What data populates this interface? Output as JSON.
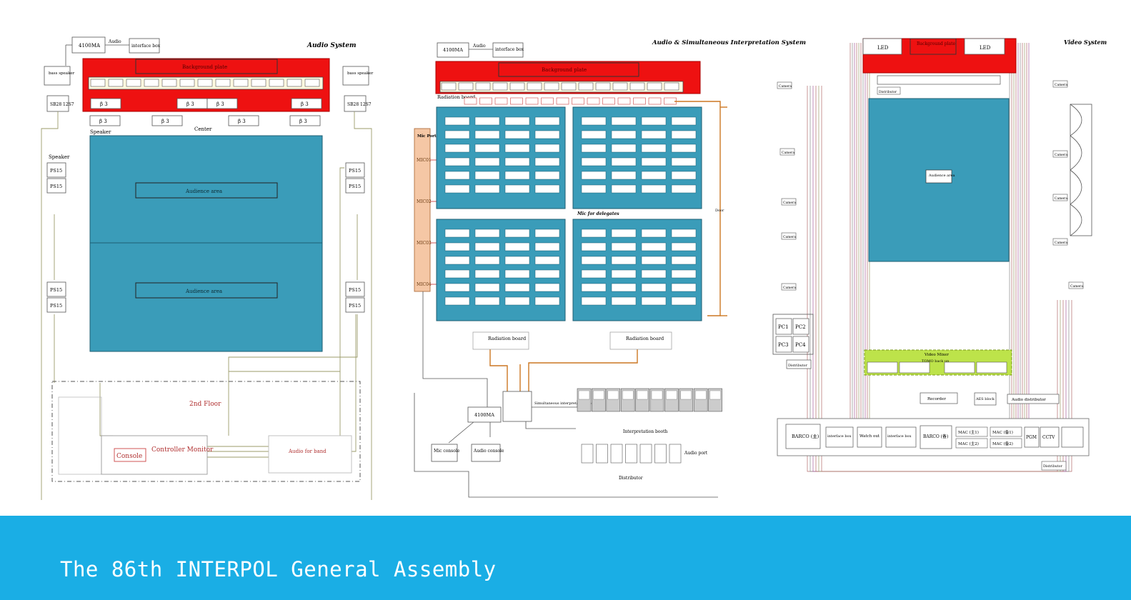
{
  "footer": {
    "title": "The 86th INTERPOL General Assembly"
  },
  "colors": {
    "footer_bg": "#1aaee5",
    "audience_fill": "#3a9cb9",
    "stage_red": "#ee1111",
    "wire_orange": "#cc7722",
    "mic_panel": "#f5c7a5",
    "mixer_green": "#bde34a"
  },
  "audio": {
    "title": "Audio System",
    "mixer": "4100MA",
    "audio_label": "Audio",
    "interface_box": "interface box",
    "backdrop": "Background plate",
    "bass_speaker": "bass speaker",
    "sub": "SB28 12S7",
    "b3": "β 3",
    "speaker_label": "Speaker",
    "center_label": "Center",
    "ps15": "PS15",
    "audience": "Audience area",
    "floor": "2nd Floor",
    "console": "Console",
    "controller_monitor": "Controller Monitor",
    "audio_band": "Audio for band"
  },
  "interp": {
    "title": "Audio & Simultaneous Interpretation System",
    "mixer": "4100MA",
    "audio_label": "Audio",
    "interface_box": "interface box",
    "backdrop": "Background plate",
    "radiation_board": "Radiation board",
    "mic_port_title": "Mic Port",
    "ports": [
      "MIC01",
      "MIC02",
      "MIC03",
      "MIC04"
    ],
    "mic_for_delegates": "Mic for delegates",
    "door": "Door",
    "mic_console": "Mic console",
    "audio_console": "Audio console",
    "interp_main": "Simultaneous interpretation host",
    "interp_booth": "Interpretation booth",
    "audio_port": "Audio port",
    "distributor": "Distributor"
  },
  "video": {
    "title": "Video System",
    "led": "LED",
    "backdrop": "Background plate",
    "audience": "Audience area",
    "camera": "Camera",
    "pcs": [
      "PC1",
      "PC2",
      "PC3",
      "PC4"
    ],
    "distributor": "Distributor",
    "video_mixer": "Video Mixer",
    "backup": "TOMO back up",
    "recorder": "Recorder",
    "aes": "AES block",
    "audio_distributor": "Audio distributor",
    "barco_main": "BARCO (主)",
    "barco_backup": "BARCO (备)",
    "interface_box": "interface box",
    "watch_out": "Watch out",
    "mac": [
      "MAC (主1)",
      "MAC (备1)",
      "MAC (主2)",
      "MAC (备2)"
    ],
    "pgm": "PGM",
    "cctv": "CCTV"
  }
}
